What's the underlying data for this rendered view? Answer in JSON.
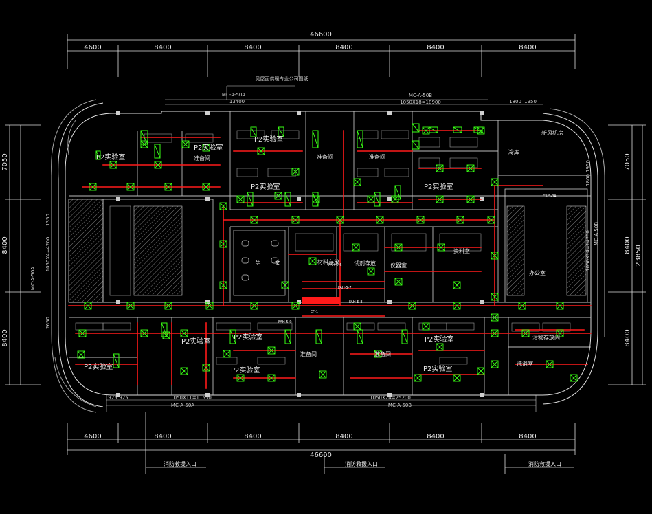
{
  "drawing": {
    "total_width_label": "46600",
    "bay_labels": [
      "4600",
      "8400",
      "8400",
      "8400",
      "8400",
      "8400"
    ],
    "right_total_label": "23850",
    "left_dims": [
      "7050",
      "8400",
      "8400"
    ],
    "right_dims": [
      "7050",
      "8400",
      "8400"
    ],
    "left_side_labels": [
      "MC-A-50A",
      "1050X4=4200",
      "2650",
      "1350"
    ],
    "right_side_labels": [
      "MC-A-50B",
      "1050X14=14700",
      "1800",
      "1950"
    ],
    "top_labels": {
      "note": "见屋面供暖专业公司图纸",
      "left_tag": "MC-A-50A",
      "left_dim": "13400",
      "right_tag": "MC-A-50B",
      "right_dim": "1050X18=18900",
      "dim_a": "1800",
      "dim_b": "1950"
    },
    "bottom_labels": {
      "left_dims": [
        "925",
        "925",
        "1050X11=11550"
      ],
      "left_tag": "MC-A-50A",
      "right_dim": "1050X24=25200",
      "right_tag": "MC-A-50B",
      "entrances": [
        "消防救援入口",
        "消防救援入口",
        "消防救援入口"
      ]
    },
    "rooms": [
      {
        "name": "P2实验室",
        "key": "r1"
      },
      {
        "name": "P2实验室",
        "key": "r2"
      },
      {
        "name": "P2实验室",
        "key": "r3"
      },
      {
        "name": "P2实验室",
        "key": "r4"
      },
      {
        "name": "P2实验室",
        "key": "r5"
      },
      {
        "name": "P2实验室",
        "key": "r6"
      },
      {
        "name": "P2实验室",
        "key": "r7"
      },
      {
        "name": "P2实验室",
        "key": "r8"
      },
      {
        "name": "P2实验室",
        "key": "r9"
      },
      {
        "name": "P2实验室",
        "key": "r10"
      },
      {
        "name": "P2实验室",
        "key": "r11"
      },
      {
        "name": "准备间",
        "key": "prep1"
      },
      {
        "name": "准备间",
        "key": "prep2"
      },
      {
        "name": "准备间",
        "key": "prep3"
      },
      {
        "name": "准备间",
        "key": "prep4"
      },
      {
        "name": "准备间",
        "key": "prep5"
      },
      {
        "name": "材料存放",
        "key": "store1"
      },
      {
        "name": "试剂存放",
        "key": "store2"
      },
      {
        "name": "仪器室",
        "key": "instr"
      },
      {
        "name": "资料室",
        "key": "docs"
      },
      {
        "name": "办公室",
        "key": "office"
      },
      {
        "name": "冷库",
        "key": "cold"
      },
      {
        "name": "污物存放间",
        "key": "waste"
      },
      {
        "name": "洗消室",
        "key": "wash"
      },
      {
        "name": "新风机房",
        "key": "ahu"
      },
      {
        "name": "男",
        "key": "m"
      },
      {
        "name": "女",
        "key": "f"
      }
    ],
    "duct_tags": [
      "FAH-5-6",
      "FAH-5-7",
      "FAH-5-8",
      "FAH-5-9",
      "EF-1",
      "EX-5-0A"
    ]
  }
}
